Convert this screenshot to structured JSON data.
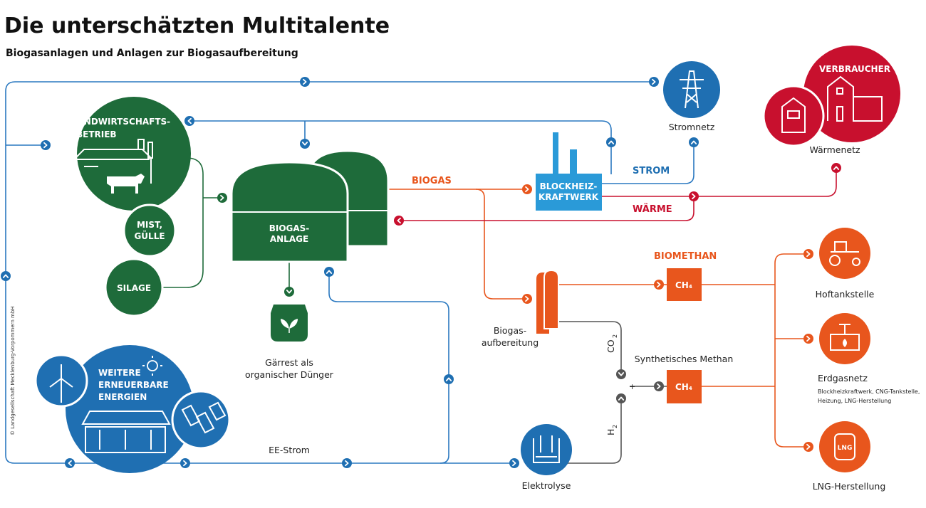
{
  "title": "Die unterschätzten Multitalente",
  "subtitle": "Biogasanlagen und Anlagen zur Biogasaufbereitung",
  "copyright": "© Landgesellschaft Mecklenburg-Vorpommern mbH",
  "nodes": {
    "farm": "LANDWIRTSCHAFTS-",
    "farm2": "BETRIEB",
    "mist": "MIST,",
    "mist2": "GÜLLE",
    "silage": "SILAGE",
    "biogas_plant": "BIOGAS-",
    "biogas_plant2": "ANLAGE",
    "chp": "BLOCKHEIZ-",
    "chp2": "KRAFTWERK",
    "stromnetz": "Stromnetz",
    "verbraucher": "VERBRAUCHER",
    "waermenetz": "Wärmenetz",
    "gaerrest": "Gärrest als",
    "gaerrest2": "organischer Dünger",
    "aufbereitung": "Biogas-",
    "aufbereitung2": "aufbereitung",
    "ee": "WEITERE",
    "ee2": "ERNEUERBARE",
    "ee3": "ENERGIEN",
    "elektrolyse": "Elektrolyse",
    "ch4": "CH₄",
    "syn_methan": "Synthetisches Methan",
    "hoftankstelle": "Hoftankstelle",
    "erdgasnetz": "Erdgasnetz",
    "erdgasnetz_detail": "Blockheizkraftwerk, CNG-Tankstelle,",
    "erdgasnetz_detail2": "Heizung, LNG-Herstellung",
    "lng": "LNG-Herstellung",
    "lng_badge": "LNG"
  },
  "flows": {
    "biogas": "BIOGAS",
    "strom": "STROM",
    "waerme": "WÄRME",
    "biomethan": "BIOMETHAN",
    "ee_strom": "EE-Strom",
    "co2": "CO",
    "co2_sub": "2",
    "h2": "H",
    "h2_sub": "2",
    "plus": "+"
  },
  "colors": {
    "green": "#1e6b3a",
    "blue": "#1f6fb2",
    "light_blue": "#2a9ad8",
    "orange": "#e8561d",
    "red": "#c8102e",
    "gray": "#555555"
  }
}
